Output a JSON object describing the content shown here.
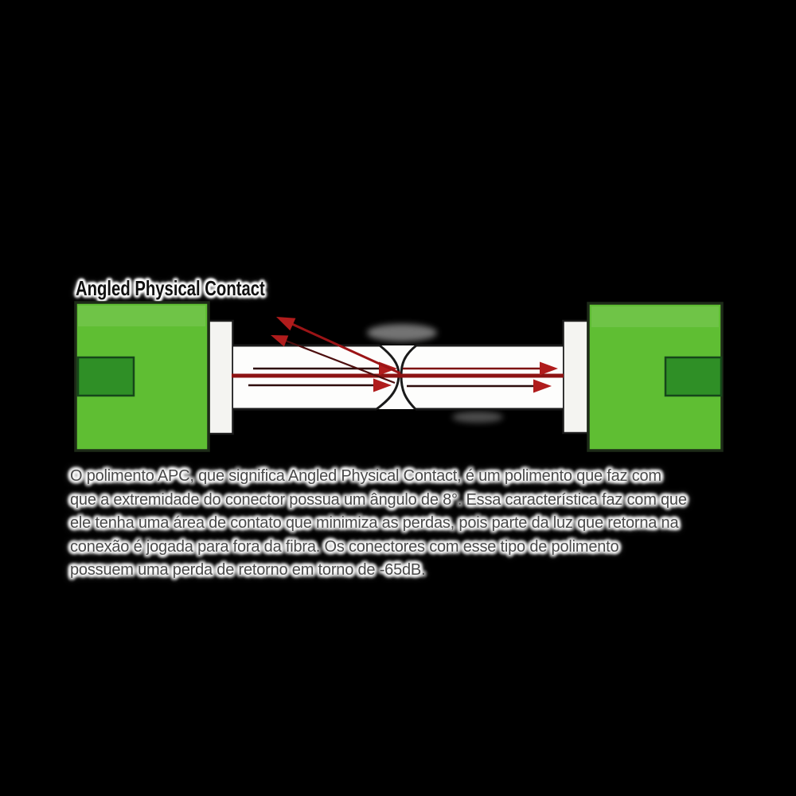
{
  "title": "Angled Physical Contact",
  "paragraph": {
    "lines": [
      "O polimento APC, que significa Angled Physical Contact, é um polimento que faz com",
      "que a extremidade do conector possua um ângulo de 8°. Essa característica faz com que",
      "ele tenha uma área de contato que minimiza as perdas, pois parte da luz que retorna na",
      "conexão é jogada para fora da fibra. Os conectores com esse tipo de polimento",
      "possuem uma perda de retorno em torno de -65dB."
    ]
  },
  "colors": {
    "background": "#000000",
    "green_main": "#5fbe33",
    "green_dark": "#2f8f26",
    "green_border": "#1d2a18",
    "latch_border": "#16461a",
    "outline": "#1a1a1a",
    "ferrule_fill": "#f4f4f1",
    "fiber_fill": "#fdfdfc",
    "red_core": "#8d1313",
    "red_bright": "#b01c1c",
    "red_reflect": "#9b1416",
    "shaft_dark": "#2e0c0c",
    "shaft_red": "#7e1212",
    "reflect_dark": "#4c0e0e",
    "text_gray": "#4a4a4a",
    "title_black": "#101010"
  }
}
